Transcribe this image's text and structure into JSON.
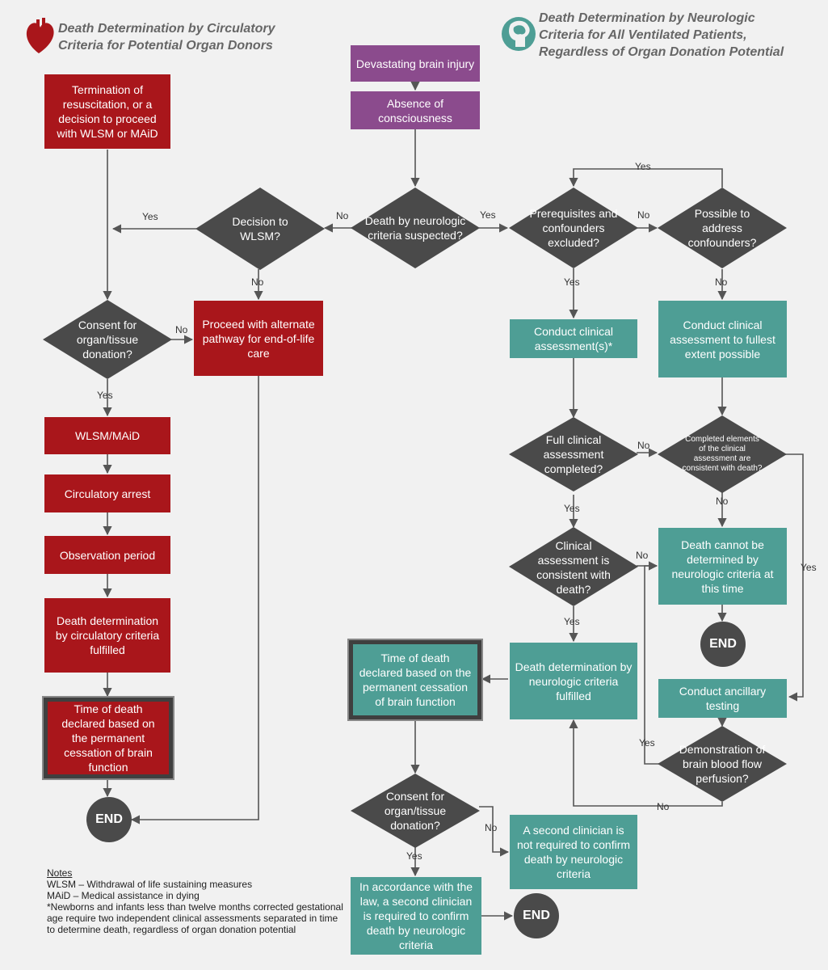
{
  "titles": {
    "left": [
      "Death Determination by Circulatory",
      "Criteria for Potential Organ Donors"
    ],
    "right": [
      "Death Determination by Neurologic",
      "Criteria for All Ventilated Patients,",
      "Regardless of Organ Donation Potential"
    ]
  },
  "icons": {
    "left": "heart-icon",
    "right": "brain-head-icon"
  },
  "colors": {
    "red": "#a9161b",
    "purple": "#8b4b8d",
    "teal": "#4e9e95",
    "diamond": "#4a4a4a",
    "end": "#4a4a4a"
  },
  "boxes": {
    "termination": "Termination of resuscitation, or a decision to proceed with WLSM or MAiD",
    "devastating": "Devastating brain injury",
    "absence": "Absence of consciousness",
    "proceed_alternate": "Proceed with alternate pathway for end-of-life care",
    "wlsm_maid": "WLSM/MAiD",
    "circulatory_arrest": "Circulatory arrest",
    "observation": "Observation period",
    "dd_circulatory": "Death determination by circulatory criteria fulfilled",
    "tod_left": "Time of death declared based on the permanent cessation of brain function",
    "conduct_clinical": "Conduct clinical assessment(s)*",
    "conduct_fullest": "Conduct clinical assessment to fullest extent possible",
    "cannot_determine": "Death cannot be determined by neurologic criteria at this time",
    "dd_neurologic": "Death determination by neurologic criteria fulfilled",
    "tod_right": "Time of death declared based on the permanent cessation of brain function",
    "ancillary": "Conduct ancillary testing",
    "second_not_required": "A second clinician is not required to confirm death by neurologic criteria",
    "second_required": "In accordance with the law, a second clinician is required to confirm death by neurologic criteria"
  },
  "diamonds": {
    "decision_wlsm": "Decision to WLSM?",
    "dnc_suspected": "Death by neurologic criteria suspected?",
    "prerequisites": "Prerequisites and confounders excluded?",
    "possible_address": "Possible to address confounders?",
    "consent_left": "Consent for organ/tissue donation?",
    "full_clinical": "Full clinical assessment completed?",
    "completed_elements": "Completed elements of the clinical assessment are consistent with death?",
    "consistent": "Clinical assessment is consistent with death?",
    "brain_blood_flow": "Demonstration of brain blood flow perfusion?",
    "consent_right": "Consent for organ/tissue donation?"
  },
  "end_label": "END",
  "labels": {
    "yes": "Yes",
    "no": "No"
  },
  "notes": {
    "heading": "Notes",
    "lines": [
      "WLSM – Withdrawal of life sustaining measures",
      "MAiD – Medical assistance in dying",
      "*Newborns and infants less than twelve months corrected gestational age require two independent clinical assessments separated in time to determine death, regardless of organ donation potential"
    ]
  }
}
